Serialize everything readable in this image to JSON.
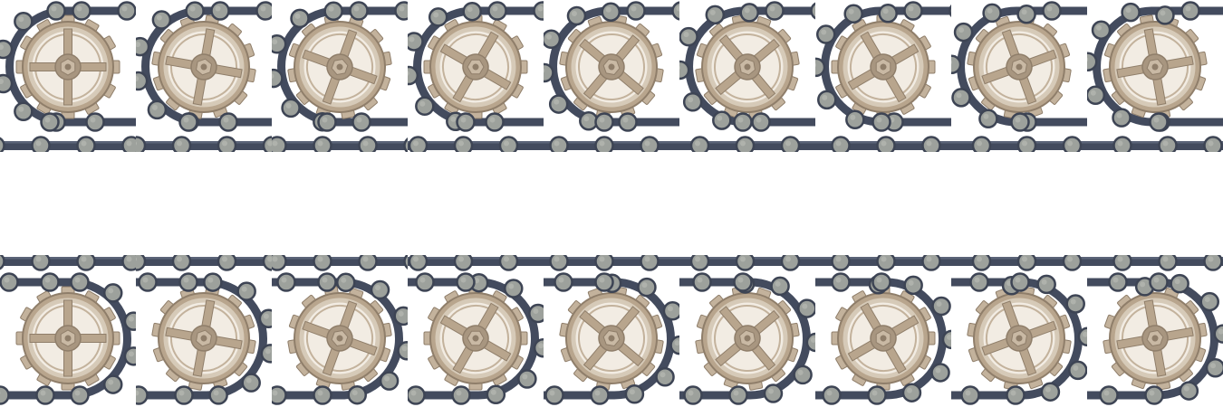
{
  "sprite_sheet": {
    "rows": [
      {
        "id": "top",
        "orientation": "left-loop",
        "frames": [
          {
            "gear_rotation_deg": 0
          },
          {
            "gear_rotation_deg": 10
          },
          {
            "gear_rotation_deg": 20
          },
          {
            "gear_rotation_deg": 30
          },
          {
            "gear_rotation_deg": 40
          },
          {
            "gear_rotation_deg": 50
          },
          {
            "gear_rotation_deg": 60
          },
          {
            "gear_rotation_deg": 70
          },
          {
            "gear_rotation_deg": 80
          }
        ]
      },
      {
        "id": "bottom",
        "orientation": "right-loop",
        "frames": [
          {
            "gear_rotation_deg": 0
          },
          {
            "gear_rotation_deg": 10
          },
          {
            "gear_rotation_deg": 20
          },
          {
            "gear_rotation_deg": 30
          },
          {
            "gear_rotation_deg": 40
          },
          {
            "gear_rotation_deg": 50
          },
          {
            "gear_rotation_deg": 60
          },
          {
            "gear_rotation_deg": 70
          },
          {
            "gear_rotation_deg": 80
          }
        ]
      }
    ],
    "colors": {
      "belt": "#434b5e",
      "belt_highlight": "#5b6478",
      "roller_fill": "#9da19c",
      "roller_stroke": "#3d4454",
      "gear_outer": "#c3b29c",
      "gear_face": "#b8a58d",
      "gear_shadow": "#8f7e6a",
      "gear_inner_ring": "#d6cab8",
      "gear_hole": "#f2ece3",
      "hub": "#a89680",
      "hub_center": "#c9b9a4"
    },
    "icons": [
      "gear-icon",
      "conveyor-belt-icon",
      "roller-icon"
    ]
  }
}
